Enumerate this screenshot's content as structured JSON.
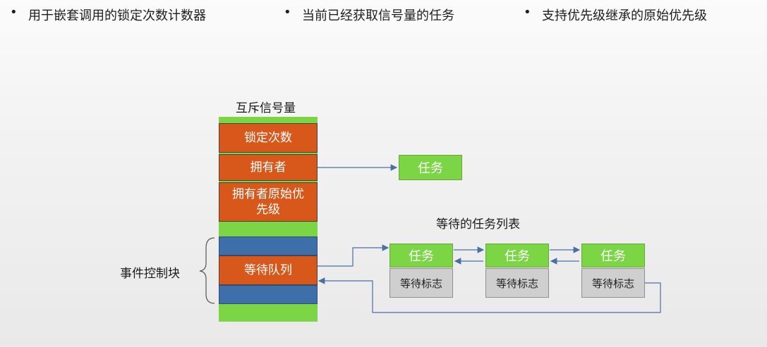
{
  "bullets": [
    "用于嵌套调用的锁定次数计数器",
    "当前已经获取信号量的任务",
    "支持优先级继承的原始优先级"
  ],
  "mutex": {
    "title": "互斥信号量",
    "lock_count": "锁定次数",
    "owner": "拥有者",
    "owner_orig_priority": "拥有者原始优先级"
  },
  "ecb": {
    "label": "事件控制块",
    "wait_queue": "等待队列"
  },
  "owner_task": "任务",
  "wait_list": {
    "title": "等待的任务列表",
    "tasks": [
      {
        "name": "任务",
        "flag": "等待标志"
      },
      {
        "name": "任务",
        "flag": "等待标志"
      },
      {
        "name": "任务",
        "flag": "等待标志"
      }
    ]
  },
  "colors": {
    "orange": "#d8581c",
    "green": "#7bd545",
    "blue": "#3f6fa9",
    "flag": "#cfcfcf",
    "line": "#4a6fa5"
  }
}
